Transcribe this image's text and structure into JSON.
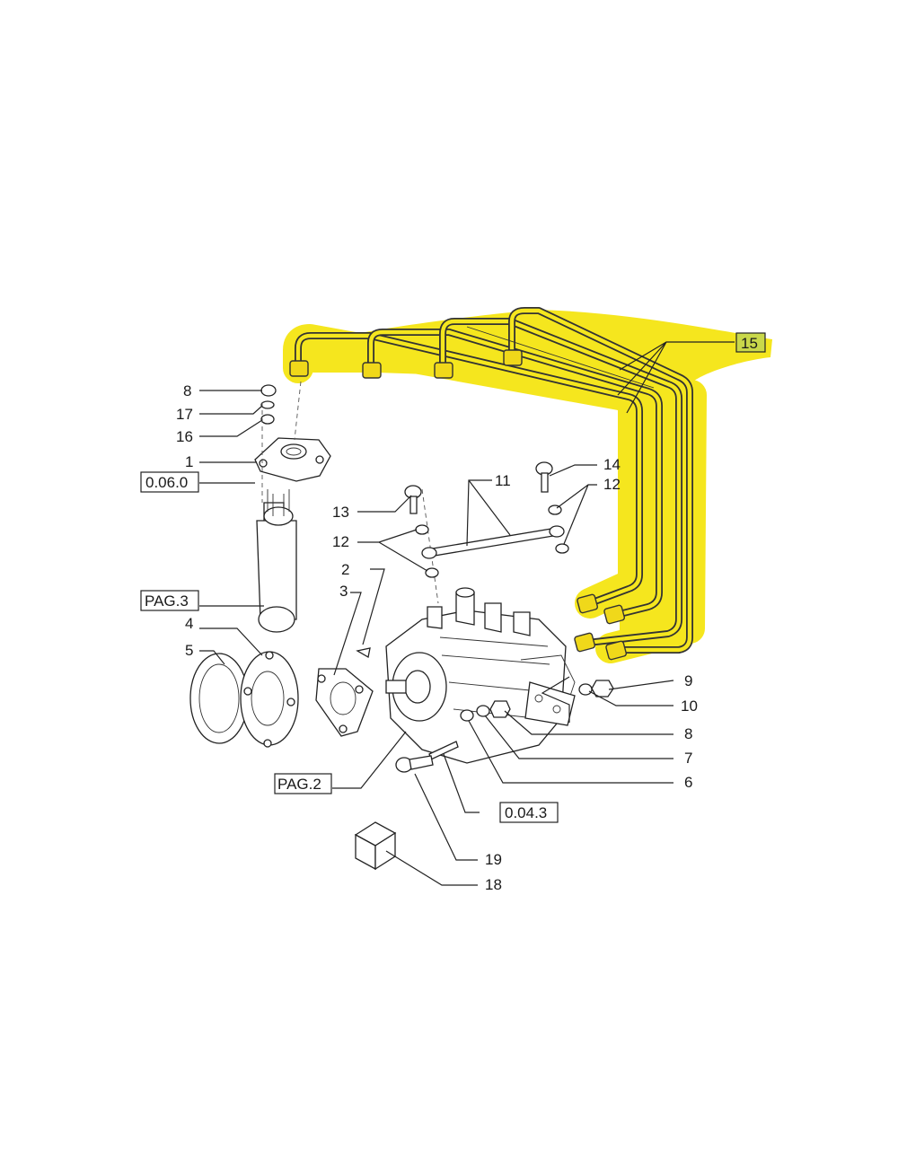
{
  "diagram": {
    "highlight_color": "#f5e61e",
    "callouts": {
      "c1": "1",
      "c2": "2",
      "c3": "3",
      "c4": "4",
      "c5": "5",
      "c6": "6",
      "c7": "7",
      "c8a": "8",
      "c8b": "8",
      "c9": "9",
      "c10": "10",
      "c11": "11",
      "c12a": "12",
      "c12b": "12",
      "c13": "13",
      "c14": "14",
      "c15": "15",
      "c16": "16",
      "c17": "17",
      "c18": "18",
      "c19": "19"
    },
    "refs": {
      "r0600": "0.06.0",
      "pag3": "PAG.3",
      "pag2": "PAG.2",
      "r0043": "0.04.3"
    }
  }
}
